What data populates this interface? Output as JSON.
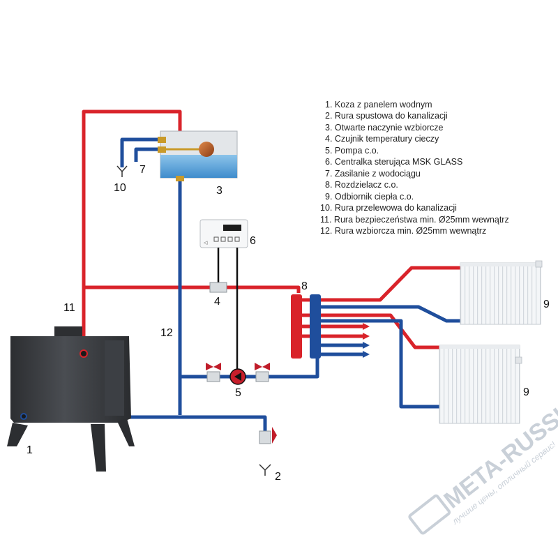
{
  "legend": [
    "1. Koza z panelem wodnym",
    "2. Rura spustowa do kanalizacji",
    "3. Otwarte naczynie wzbiorcze",
    "4. Czujnik temperatury cieczy",
    "5. Pompa c.o.",
    "6. Centralka sterująca MSK GLASS",
    "7. Zasilanie z wodociągu",
    "8. Rozdzielacz c.o.",
    "9. Odbiornik ciepła c.o.",
    "10. Rura przelewowa do kanalizacji",
    "11. Rura bezpieczeństwa min. Ø25mm wewnątrz",
    "12. Rura wzbiorcza min. Ø25mm wewnątrz"
  ],
  "labels": {
    "stove": "1",
    "drain": "2",
    "tank": "3",
    "sensor": "4",
    "pump": "5",
    "controller": "6",
    "water_supply": "7",
    "manifold": "8",
    "radiator_top": "9",
    "radiator_bottom": "9",
    "overflow": "10",
    "safety_pipe": "11",
    "expansion_pipe": "12"
  },
  "watermark": {
    "brand": "META-RUSSIA.RU",
    "slogan": "лучшие цены, отличный сервис!"
  },
  "colors": {
    "hot_pipe": "#d9232a",
    "cold_pipe": "#1f4e9c",
    "stove": "#3a3c40",
    "tank_water": "#5ea8dc",
    "radiator": "#f2f4f6",
    "watermark": "#c9d0d8"
  }
}
